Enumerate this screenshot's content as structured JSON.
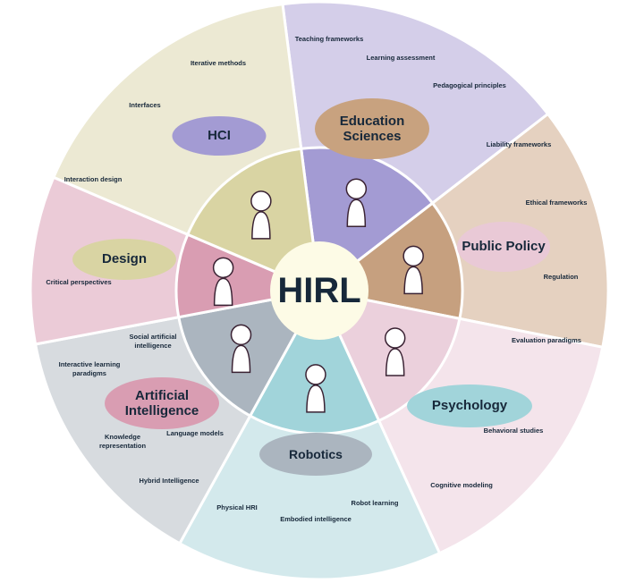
{
  "center": {
    "title": "HIRL"
  },
  "colors": {
    "text": "#17283a",
    "hub": "#fdfbe6"
  },
  "sectors": [
    {
      "key": "hci",
      "title": "HCI",
      "outer": "#d4cee9",
      "inner": "#a39bd3",
      "pill": "#a39bd3",
      "topics": [
        "Iterative methods",
        "Interfaces"
      ]
    },
    {
      "key": "education",
      "title": "Education Sciences",
      "outer": "#e5d1c0",
      "inner": "#c6a07f",
      "pill": "#c8a27f",
      "topics": [
        "Teaching frameworks",
        "Learning assessment",
        "Pedagogical principles"
      ]
    },
    {
      "key": "policy",
      "title": "Public Policy",
      "outer": "#f4e4eb",
      "inner": "#ebd0dc",
      "pill": "#e9c9d6",
      "topics": [
        "Liability frameworks",
        "Ethical frameworks",
        "Regulation"
      ]
    },
    {
      "key": "psychology",
      "title": "Psychology",
      "outer": "#d3e9ec",
      "inner": "#a1d4da",
      "pill": "#a1d4da",
      "topics": [
        "Evaluation paradigms",
        "Behavioral studies",
        "Cognitive modeling"
      ]
    },
    {
      "key": "robotics",
      "title": "Robotics",
      "outer": "#d7dbdf",
      "inner": "#abb5bf",
      "pill": "#abb5bf",
      "topics": [
        "Physical HRI",
        "Embodied intelligence",
        "Robot learning"
      ]
    },
    {
      "key": "ai",
      "title": "Artificial Intelligence",
      "outer": "#ebcbd7",
      "inner": "#d99db2",
      "pill": "#d99db2",
      "topics": [
        "Social artificial intelligence",
        "Interactive learning paradigms",
        "Knowledge representation",
        "Language models",
        "Hybrid Intelligence"
      ]
    },
    {
      "key": "design",
      "title": "Design",
      "outer": "#ece9d3",
      "inner": "#d9d4a3",
      "pill": "#d9d4a3",
      "topics": [
        "Interaction design",
        "Critical perspectives"
      ]
    }
  ]
}
